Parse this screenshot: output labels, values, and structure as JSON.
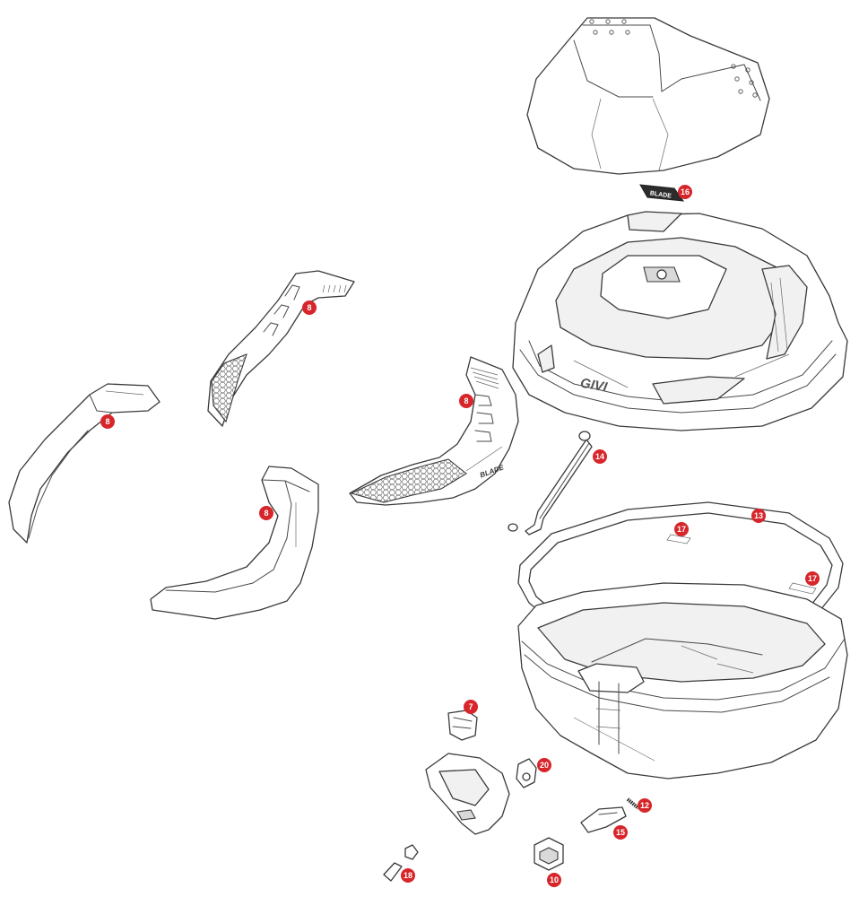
{
  "diagram": {
    "callout_color": "#d7262b",
    "logo_text": "GIVI",
    "badge_text": "BLADE",
    "callouts": [
      {
        "id": "c16",
        "label": "16"
      },
      {
        "id": "c8a",
        "label": "8"
      },
      {
        "id": "c8b",
        "label": "8"
      },
      {
        "id": "c8c",
        "label": "8"
      },
      {
        "id": "c8d",
        "label": "8"
      },
      {
        "id": "c14",
        "label": "14"
      },
      {
        "id": "c13",
        "label": "13"
      },
      {
        "id": "c17a",
        "label": "17"
      },
      {
        "id": "c17b",
        "label": "17"
      },
      {
        "id": "c7",
        "label": "7"
      },
      {
        "id": "c20",
        "label": "20"
      },
      {
        "id": "c12",
        "label": "12"
      },
      {
        "id": "c15",
        "label": "15"
      },
      {
        "id": "c18",
        "label": "18"
      },
      {
        "id": "c10",
        "label": "10"
      }
    ]
  }
}
